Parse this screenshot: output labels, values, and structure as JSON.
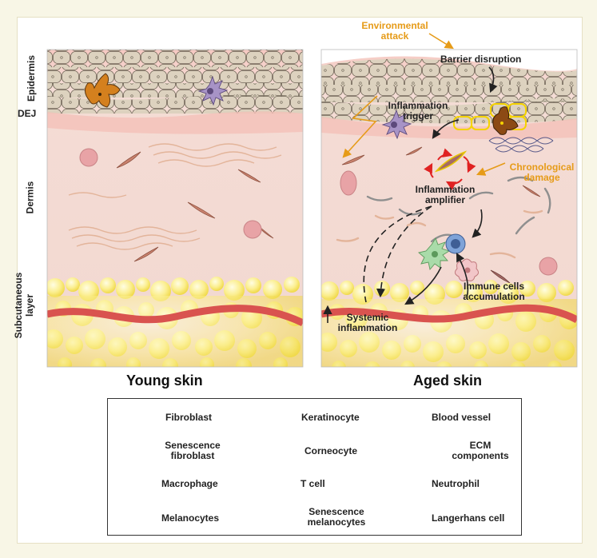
{
  "layers": {
    "epidermis": "Epidermis",
    "dej": "DEJ",
    "dermis": "Dermis",
    "subcutaneous_1": "Subcutaneous",
    "subcutaneous_2": "layer"
  },
  "panels": {
    "young": "Young skin",
    "aged": "Aged skin"
  },
  "annotations": {
    "env_attack_1": "Environmental",
    "env_attack_2": "attack",
    "barrier": "Barrier disruption",
    "trigger_1": "Inflammation",
    "trigger_2": "trigger",
    "chrono_1": "Chronological",
    "chrono_2": "damage",
    "amplifier_1": "Inflammation",
    "amplifier_2": "amplifier",
    "immune_1": "Immune cells",
    "immune_2": "accumulation",
    "systemic_1": "Systemic",
    "systemic_2": "inflammation"
  },
  "legend": {
    "fibroblast": "Fibroblast",
    "keratinocyte": "Keratinocyte",
    "blood_vessel": "Blood vessel",
    "senescence_fibroblast_1": "Senescence",
    "senescence_fibroblast_2": "fibroblast",
    "corneocyte": "Corneocyte",
    "ecm_1": "ECM",
    "ecm_2": "components",
    "macrophage": "Macrophage",
    "t_cell": "T cell",
    "neutrophil": "Neutrophil",
    "melanocytes": "Melanocytes",
    "senescence_melanocytes_1": "Senescence",
    "senescence_melanocytes_2": "melanocytes",
    "langerhans": "Langerhans cell"
  },
  "colors": {
    "accent_orange": "#e69b18",
    "fibroblast": "#c9826e",
    "blood_vessel": "#e8a3a6",
    "vessel_red": "#d9534f",
    "fat_yellow": "#f8e97a",
    "dermis_pink": "#f4d9d2",
    "keratinocyte": "#ddd2bf",
    "melanocyte": "#d4801e",
    "langerhans": "#a793c6",
    "tcell": "#7ea3d8",
    "macrophage": "#a9dba9"
  }
}
